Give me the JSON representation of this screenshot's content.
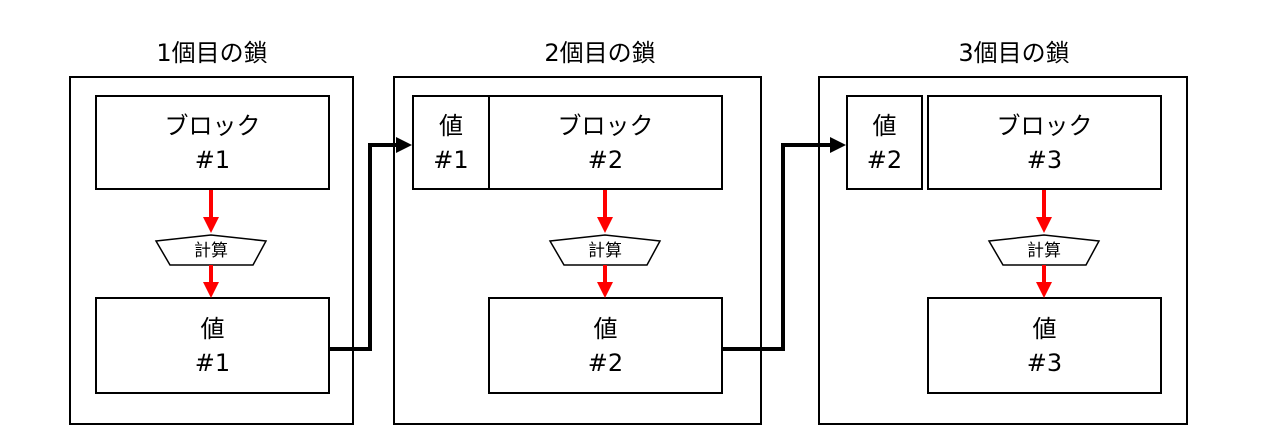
{
  "chains": [
    {
      "title": "1個目の鎖",
      "block": {
        "line1": "ブロック",
        "line2": "#1"
      },
      "input": null,
      "calc": "計算",
      "value": {
        "line1": "値",
        "line2": "#1"
      }
    },
    {
      "title": "2個目の鎖",
      "block": {
        "line1": "ブロック",
        "line2": "#2"
      },
      "input": {
        "line1": "値",
        "line2": "#1"
      },
      "calc": "計算",
      "value": {
        "line1": "値",
        "line2": "#2"
      }
    },
    {
      "title": "3個目の鎖",
      "block": {
        "line1": "ブロック",
        "line2": "#3"
      },
      "input": {
        "line1": "値",
        "line2": "#2"
      },
      "calc": "計算",
      "value": {
        "line1": "値",
        "line2": "#3"
      }
    }
  ],
  "colors": {
    "flow_arrow": "#ff0000",
    "link_arrow": "#000000",
    "stroke": "#000000"
  }
}
